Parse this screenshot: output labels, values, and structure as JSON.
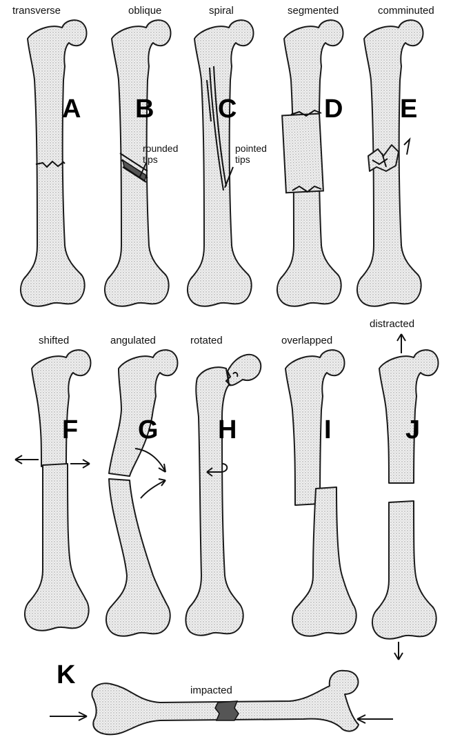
{
  "panels": {
    "A": {
      "letter": "A",
      "label": "transverse"
    },
    "B": {
      "letter": "B",
      "label": "oblique",
      "note_lines": [
        "rounded",
        "tips"
      ]
    },
    "C": {
      "letter": "C",
      "label": "spiral",
      "note_lines": [
        "pointed",
        "tips"
      ]
    },
    "D": {
      "letter": "D",
      "label": "segmented"
    },
    "E": {
      "letter": "E",
      "label": "comminuted"
    },
    "F": {
      "letter": "F",
      "label": "shifted"
    },
    "G": {
      "letter": "G",
      "label": "angulated"
    },
    "H": {
      "letter": "H",
      "label": "rotated"
    },
    "I": {
      "letter": "I",
      "label": "overlapped"
    },
    "J": {
      "letter": "J",
      "label": "distracted"
    },
    "K": {
      "letter": "K",
      "label": "impacted"
    }
  },
  "colors": {
    "ink": "#111111",
    "bone_fill": "#efefef",
    "stipple": "#9a9a9a",
    "impaction": "#555555"
  }
}
